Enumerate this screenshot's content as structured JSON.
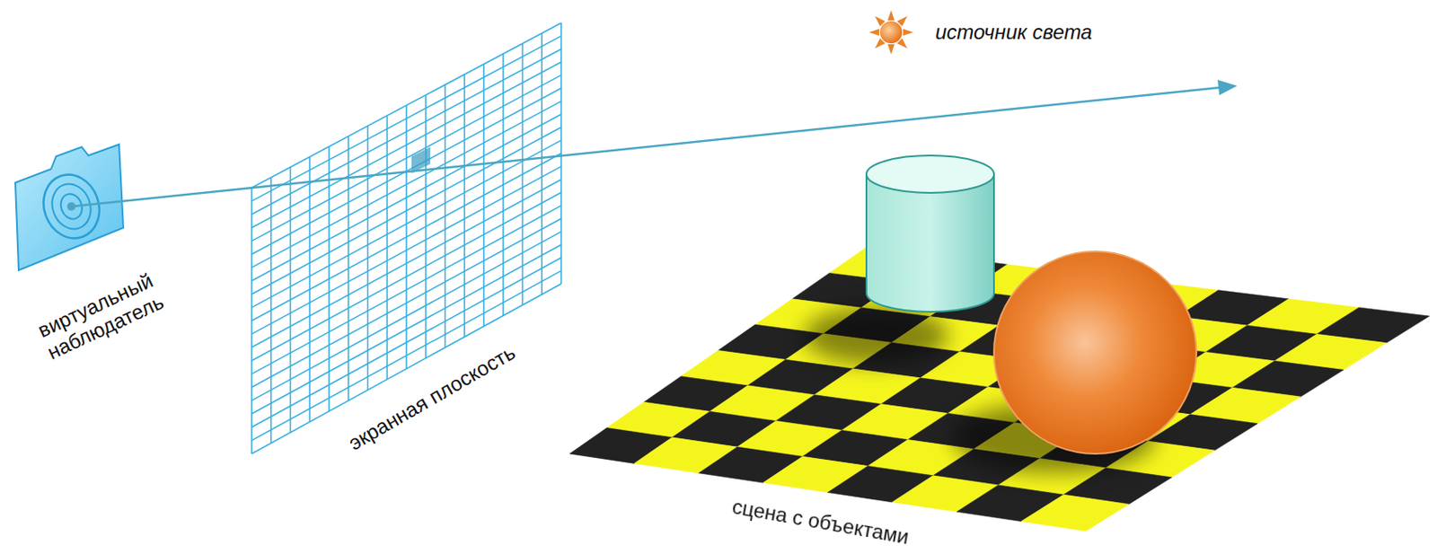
{
  "diagram": {
    "labels": [
      "источник света",
      "виртуальный наблюдатель",
      "экранная плоскость",
      "сцена с объектами"
    ]
  }
}
